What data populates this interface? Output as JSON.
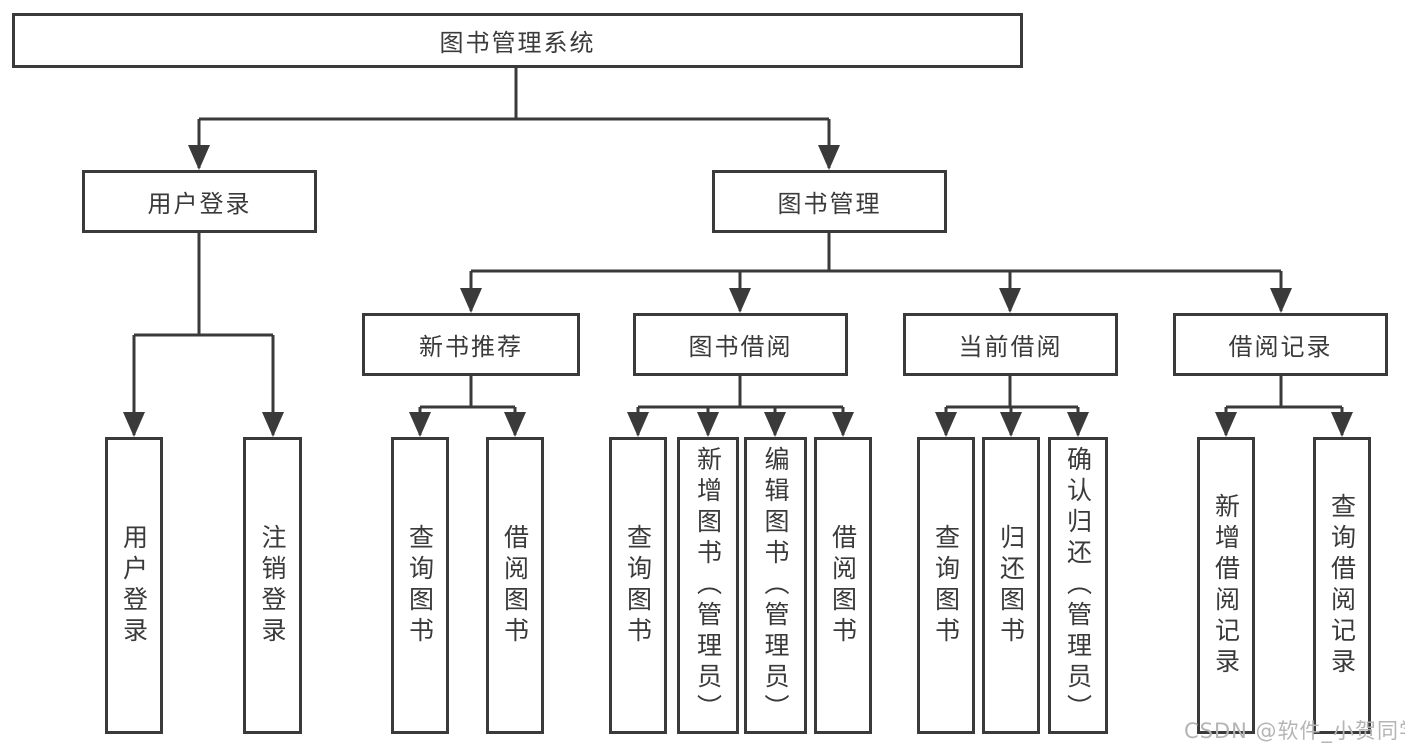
{
  "tree": {
    "label": "图书管理系统",
    "children": [
      {
        "label": "用户登录",
        "children": [
          {
            "label": "用户登录"
          },
          {
            "label": "注销登录"
          }
        ]
      },
      {
        "label": "图书管理",
        "children": [
          {
            "label": "新书推荐",
            "children": [
              {
                "label": "查询图书"
              },
              {
                "label": "借阅图书"
              }
            ]
          },
          {
            "label": "图书借阅",
            "children": [
              {
                "label": "查询图书"
              },
              {
                "label": "新增图书（管理员）"
              },
              {
                "label": "编辑图书（管理员）"
              },
              {
                "label": "借阅图书"
              }
            ]
          },
          {
            "label": "当前借阅",
            "children": [
              {
                "label": "查询图书"
              },
              {
                "label": "归还图书"
              },
              {
                "label": "确认归还（管理员）"
              }
            ]
          },
          {
            "label": "借阅记录",
            "children": [
              {
                "label": "新增借阅记录"
              },
              {
                "label": "查询借阅记录"
              }
            ]
          }
        ]
      }
    ]
  },
  "watermark": {
    "text": "CSDN @软件_小贺同学"
  },
  "colors": {
    "line": "#3a3a3a",
    "watermark": "#b5b5b5",
    "background": "#ffffff"
  }
}
